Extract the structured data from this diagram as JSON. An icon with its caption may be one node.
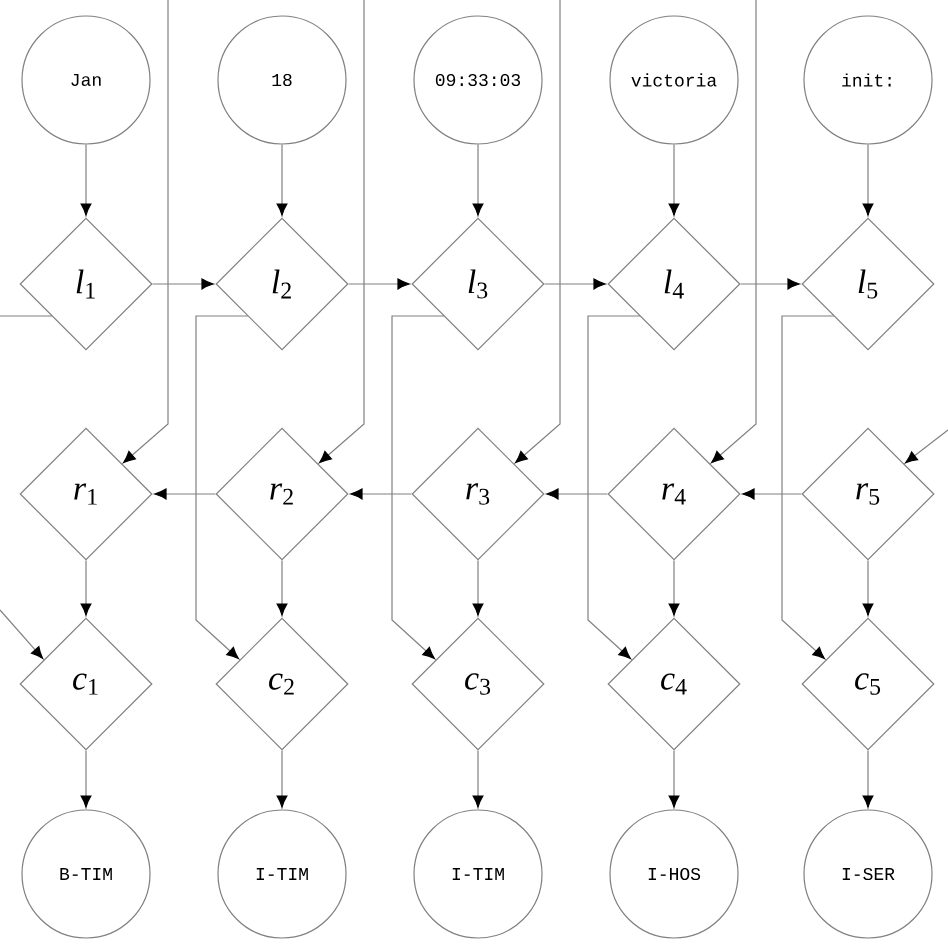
{
  "diagram": {
    "nodes": [
      {
        "text": [
          "Jan"
        ]
      },
      {
        "text": [
          "18"
        ]
      },
      {
        "text": [
          "09:33:03"
        ]
      },
      {
        "text": [
          "victoria"
        ]
      },
      {
        "text": [
          "init:"
        ]
      },
      {
        "text": [
          "*l*$_{1}$"
        ]
      },
      {
        "text": [
          "*l*$_{2}$"
        ]
      },
      {
        "text": [
          "*l*$_{3}$"
        ]
      },
      {
        "text": [
          "*l*$_{4}$"
        ]
      },
      {
        "text": [
          "*l*$_{5}$"
        ]
      },
      {
        "text": [
          "*r*$_{1}$"
        ]
      },
      {
        "text": [
          "*r*$_{2}$"
        ]
      },
      {
        "text": [
          "*r*$_{3}$"
        ]
      },
      {
        "text": [
          "*r*$_{4}$"
        ]
      },
      {
        "text": [
          "*r*$_{5}$"
        ]
      },
      {
        "text": [
          "*c*$_{1}$"
        ]
      },
      {
        "text": [
          "*c*$_{2}$"
        ]
      },
      {
        "text": [
          "*c*$_{3}$"
        ]
      },
      {
        "text": [
          "*c*$_{4}$"
        ]
      },
      {
        "text": [
          "*c*$_{5}$"
        ]
      },
      {
        "text": [
          "B-TIM"
        ]
      },
      {
        "text": [
          "I-TIM"
        ]
      },
      {
        "text": [
          "I-TIM"
        ]
      },
      {
        "text": [
          "I-HOS"
        ]
      },
      {
        "text": [
          "I-SER"
        ]
      }
    ],
    "edges": [
      {
        "from": 0,
        "to": 5,
        "arrow": "to"
      },
      {
        "from": 1,
        "to": 6,
        "arrow": "to"
      },
      {
        "from": 2,
        "to": 7,
        "arrow": "to"
      },
      {
        "from": 3,
        "to": 8,
        "arrow": "to"
      },
      {
        "from": 4,
        "to": 9,
        "arrow": "to"
      },
      {
        "from": 5,
        "to": 6,
        "arrow": "to"
      },
      {
        "from": 6,
        "to": 7,
        "arrow": "to"
      },
      {
        "from": 7,
        "to": 8,
        "arrow": "to"
      },
      {
        "from": 8,
        "to": 9,
        "arrow": "to"
      },
      {
        "from": 5,
        "to": null,
        "arrow": "none"
      },
      {
        "from": 6,
        "to": 16,
        "arrow": "to"
      },
      {
        "from": 7,
        "to": 17,
        "arrow": "to"
      },
      {
        "from": 8,
        "to": 18,
        "arrow": "to"
      },
      {
        "from": 9,
        "to": 19,
        "arrow": "to"
      },
      {
        "from": null,
        "to": 15,
        "arrow": "to"
      },
      {
        "from": null,
        "to": 10,
        "arrow": "to"
      },
      {
        "from": null,
        "to": 11,
        "arrow": "to"
      },
      {
        "from": null,
        "to": 12,
        "arrow": "to"
      },
      {
        "from": null,
        "to": 13,
        "arrow": "to"
      },
      {
        "from": null,
        "to": 14,
        "arrow": "to"
      },
      {
        "from": 11,
        "to": 10,
        "arrow": "to"
      },
      {
        "from": 12,
        "to": 11,
        "arrow": "to"
      },
      {
        "from": 13,
        "to": 12,
        "arrow": "to"
      },
      {
        "from": 14,
        "to": 13,
        "arrow": "to"
      },
      {
        "from": 10,
        "to": 15,
        "arrow": "to"
      },
      {
        "from": 11,
        "to": 16,
        "arrow": "to"
      },
      {
        "from": 12,
        "to": 17,
        "arrow": "to"
      },
      {
        "from": 13,
        "to": 18,
        "arrow": "to"
      },
      {
        "from": 14,
        "to": 19,
        "arrow": "to"
      },
      {
        "from": 15,
        "to": 20,
        "arrow": "to"
      },
      {
        "from": 16,
        "to": 21,
        "arrow": "to"
      },
      {
        "from": 17,
        "to": 22,
        "arrow": "to"
      },
      {
        "from": 18,
        "to": 23,
        "arrow": "to"
      },
      {
        "from": 19,
        "to": 24,
        "arrow": "to"
      }
    ]
  }
}
